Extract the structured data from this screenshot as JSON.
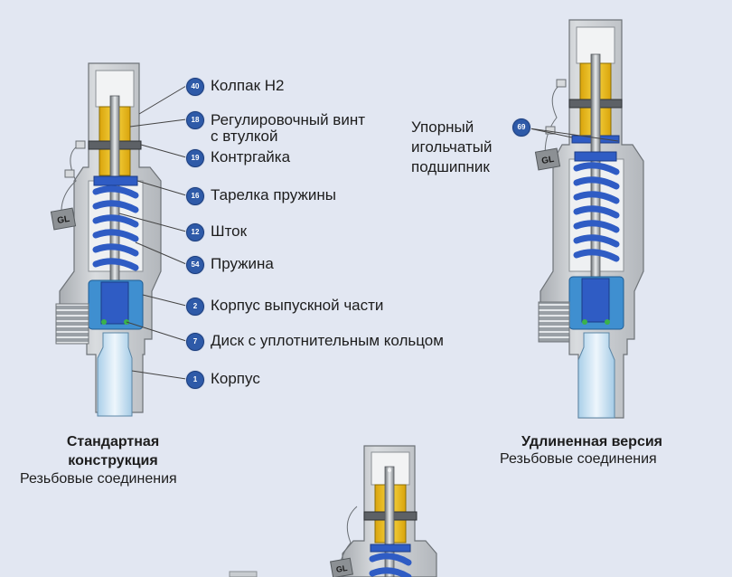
{
  "callouts": [
    {
      "badge": "40",
      "label": "Колпак Н2"
    },
    {
      "badge": "18",
      "label_line1": "Регулировочный винт",
      "label_line2": "с втулкой"
    },
    {
      "badge": "19",
      "label": "Контргайка"
    },
    {
      "badge": "16",
      "label": "Тарелка пружины"
    },
    {
      "badge": "12",
      "label": "Шток"
    },
    {
      "badge": "54",
      "label": "Пружина"
    },
    {
      "badge": "2",
      "label": "Корпус выпускной части"
    },
    {
      "badge": "7",
      "label": "Диск с уплотнительным кольцом"
    },
    {
      "badge": "1",
      "label": "Корпус"
    }
  ],
  "bearing": {
    "badge": "69",
    "line1": "Упорный",
    "line2": "игольчатый",
    "line3": "подшипник"
  },
  "captions": {
    "standard_title_1": "Стандартная",
    "standard_title_2": "конструкция",
    "standard_sub": "Резьбовые соединения",
    "extended_title": "Удлиненная версия",
    "extended_sub": "Резьбовые соединения"
  },
  "seal_tag": "GL",
  "colors": {
    "background": "#e2e7f2",
    "body_grey": "#c8ccd0",
    "spring_blue": "#2f5cc4",
    "outlet_blue": "#3f8fd0",
    "bushing_yellow": "#f1c419",
    "badge_blue": "#2e5aa8"
  }
}
